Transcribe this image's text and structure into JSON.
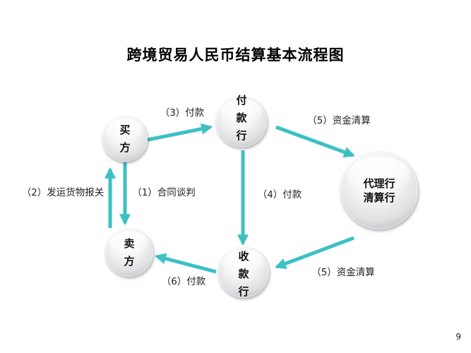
{
  "title": "跨境贸易人民币结算基本流程图",
  "nodes": {
    "buyer": "买方",
    "paying_bank": "付款行",
    "clearing_bank_line1": "代理行",
    "clearing_bank_line2": "清算行",
    "seller": "卖方",
    "receiving_bank": "收款行"
  },
  "labels": {
    "step1": "（1）合同谈判",
    "step2": "（2）发运货物报关",
    "step3": "（3）付款",
    "step4": "（4）付款",
    "step5a": "（5）资金清算",
    "step5b": "（5）资金清算",
    "step6": "（6）付款"
  },
  "colors": {
    "arrow": "#3cc0c4"
  },
  "page_number": "9"
}
